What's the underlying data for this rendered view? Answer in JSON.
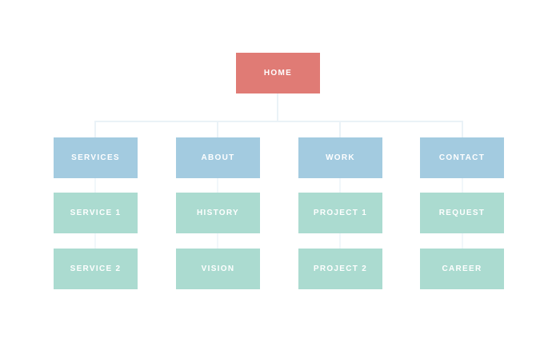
{
  "diagram": {
    "type": "sitemap-tree",
    "background_color": "#ffffff",
    "connector_color": "#eaf2f7",
    "root": {
      "label": "HOME",
      "color": "#e07b75",
      "text_color": "#ffffff"
    },
    "level1_color": "#a3cbe0",
    "level2_color": "#abdbd0",
    "branches": [
      {
        "parent": {
          "label": "SERVICES"
        },
        "children": [
          {
            "label": "SERVICE 1"
          },
          {
            "label": "SERVICE 2"
          }
        ]
      },
      {
        "parent": {
          "label": "ABOUT"
        },
        "children": [
          {
            "label": "HISTORY"
          },
          {
            "label": "VISION"
          }
        ]
      },
      {
        "parent": {
          "label": "WORK"
        },
        "children": [
          {
            "label": "PROJECT 1"
          },
          {
            "label": "PROJECT 2"
          }
        ]
      },
      {
        "parent": {
          "label": "CONTACT"
        },
        "children": [
          {
            "label": "REQUEST"
          },
          {
            "label": "CAREER"
          }
        ]
      }
    ]
  }
}
